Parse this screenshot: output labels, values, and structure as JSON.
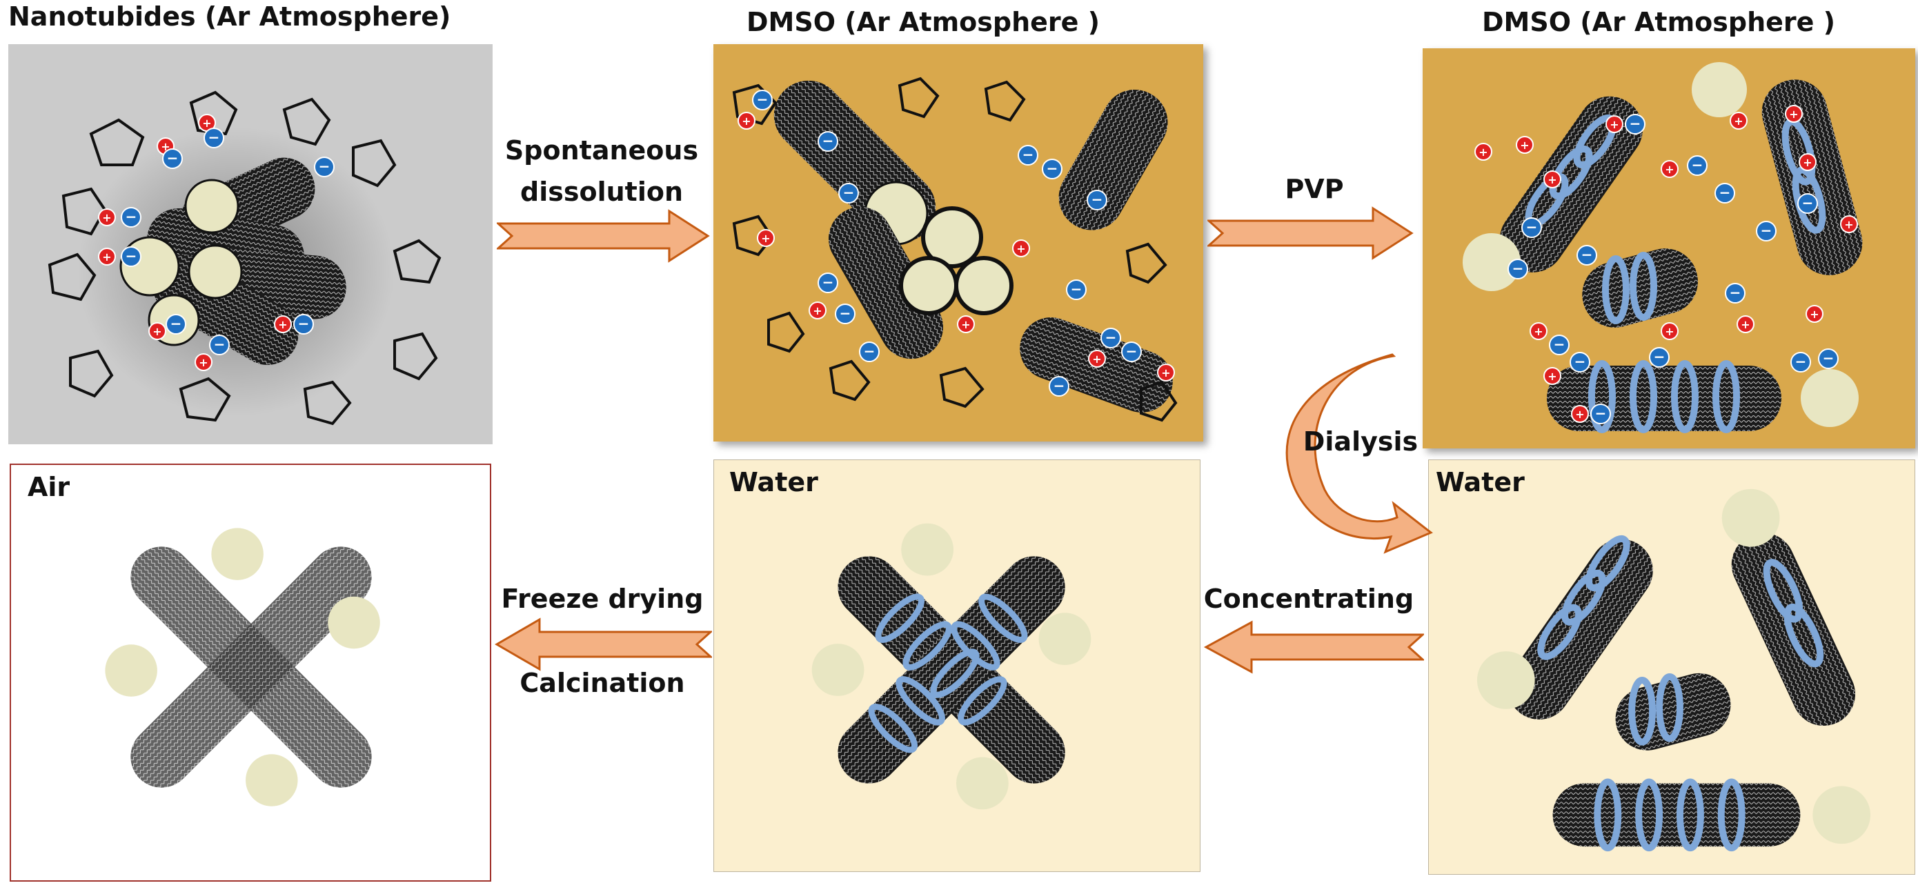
{
  "titles": {
    "p1": "Nanotubides (Ar Atmosphere)",
    "p2": "DMSO (Ar Atmosphere )",
    "p3": "DMSO (Ar Atmosphere )"
  },
  "panel_labels": {
    "air": "Air",
    "water_mid": "Water",
    "water_right": "Water"
  },
  "steps": {
    "s1_line1": "Spontaneous",
    "s1_line2": "dissolution",
    "s2": "PVP",
    "s3": "Dialysis",
    "s4": "Concentrating",
    "s5_line1": "Freeze drying",
    "s5_line2": "Calcination"
  },
  "colors": {
    "arrow_fill": "#f4b183",
    "arrow_stroke": "#c55a11",
    "gray_panel": "#cccccc",
    "dmso_panel": "#d9a84c",
    "water_panel": "#fbefcf",
    "air_border": "#a0312b",
    "cation": "#e02020",
    "anion": "#1f6fc1",
    "helix": "#7fa7d8"
  },
  "ion_symbols": {
    "plus": "+",
    "minus": "−"
  }
}
